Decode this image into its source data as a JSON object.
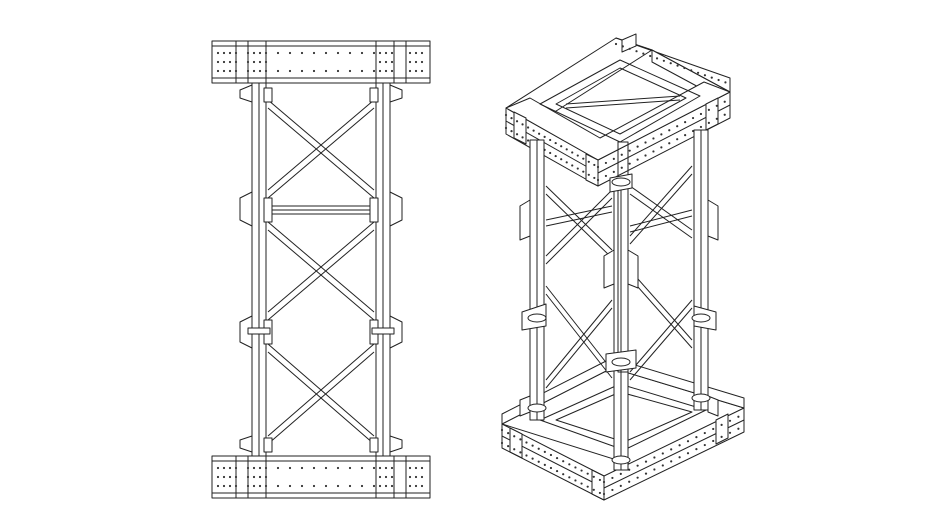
{
  "figure": {
    "views": [
      {
        "id": "front",
        "kind": "orthographic-elevation"
      },
      {
        "id": "iso",
        "kind": "isometric"
      }
    ],
    "colors": {
      "background": "#ffffff",
      "line": "#222222",
      "fill": "#ffffff",
      "bolt": "#333333"
    }
  }
}
